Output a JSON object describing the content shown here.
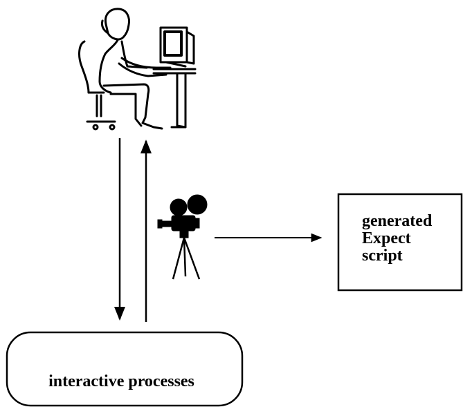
{
  "diagram": {
    "output_box": {
      "lines": [
        "generated",
        "Expect",
        "script"
      ]
    },
    "process_box": {
      "label": "interactive processes"
    },
    "icons": {
      "user": "person-at-computer-icon",
      "recorder": "movie-camera-icon"
    }
  }
}
